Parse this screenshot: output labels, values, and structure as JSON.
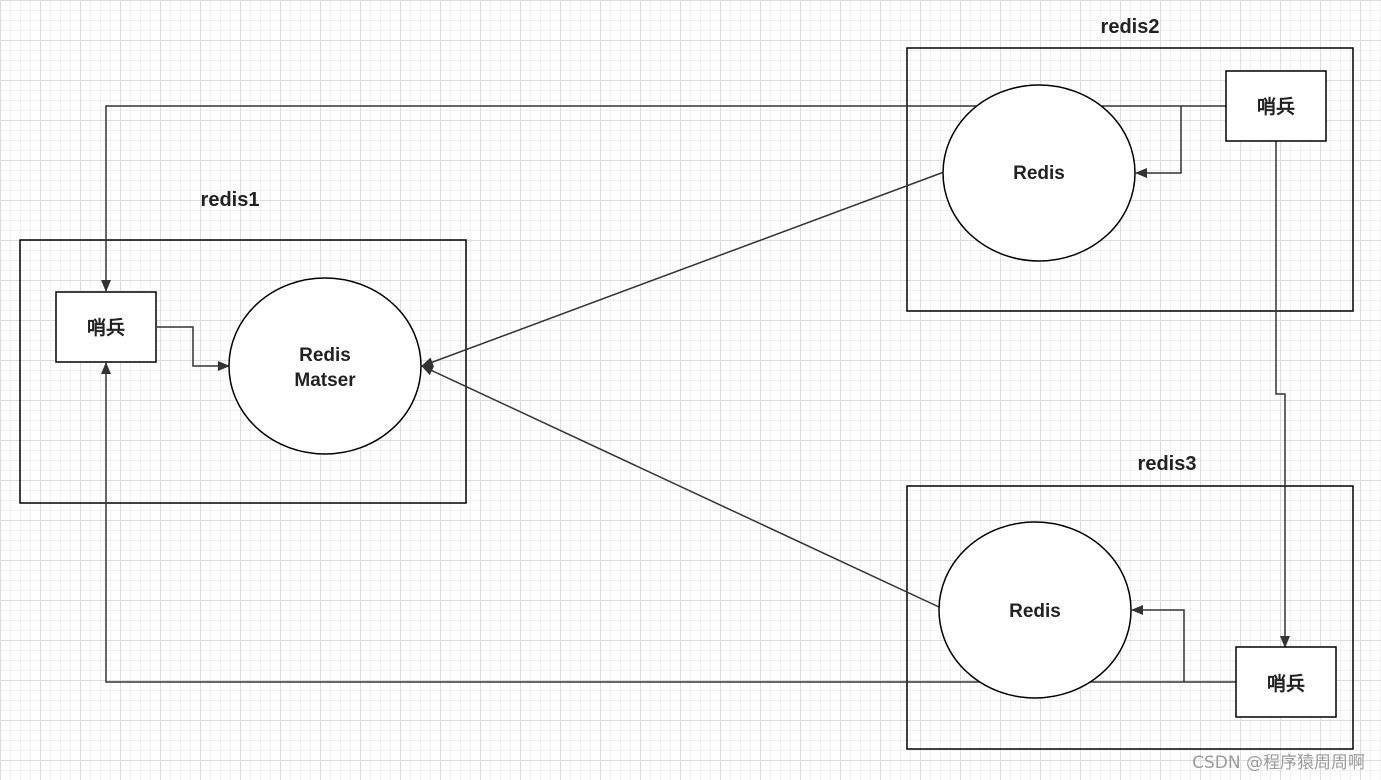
{
  "groups": {
    "redis1": {
      "title": "redis1",
      "sentinel": "哨兵",
      "redis_line1": "Redis",
      "redis_line2": "Matser"
    },
    "redis2": {
      "title": "redis2",
      "sentinel": "哨兵",
      "redis": "Redis"
    },
    "redis3": {
      "title": "redis3",
      "sentinel": "哨兵",
      "redis": "Redis"
    }
  },
  "edges": [
    {
      "from": "redis2.sentinel",
      "to": "redis1.sentinel"
    },
    {
      "from": "redis2.sentinel",
      "to": "redis2.redis"
    },
    {
      "from": "redis2.sentinel",
      "to": "redis3.sentinel"
    },
    {
      "from": "redis3.sentinel",
      "to": "redis1.sentinel"
    },
    {
      "from": "redis3.sentinel",
      "to": "redis3.redis"
    },
    {
      "from": "redis1.sentinel",
      "to": "redis1.redis"
    },
    {
      "from": "redis2.redis",
      "to": "redis1.redis"
    },
    {
      "from": "redis3.redis",
      "to": "redis1.redis"
    }
  ],
  "watermark": "CSDN @程序猿周周啊"
}
